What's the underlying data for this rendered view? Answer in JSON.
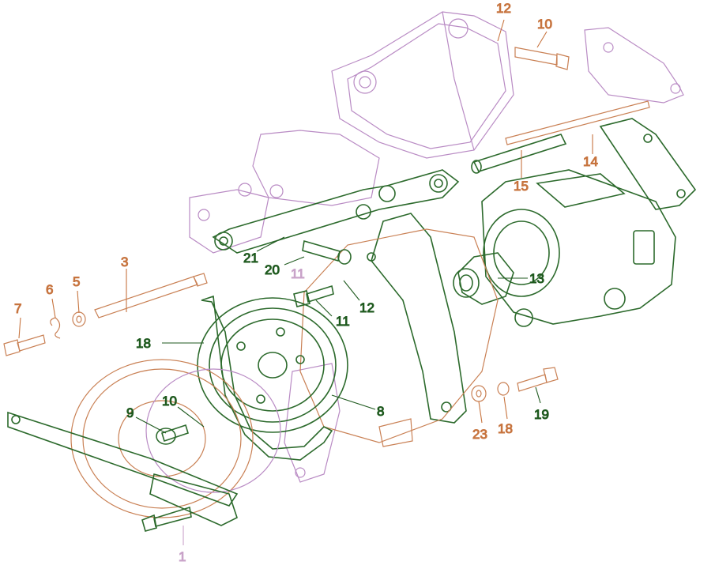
{
  "colors": {
    "orange": "#c7743f",
    "green": "#1f5a1f",
    "pink": "#c9a3c9"
  },
  "callouts": [
    {
      "id": "c12a",
      "text": "12",
      "color": "orange"
    },
    {
      "id": "c10a",
      "text": "10",
      "color": "orange"
    },
    {
      "id": "c14",
      "text": "14",
      "color": "orange"
    },
    {
      "id": "c15",
      "text": "15",
      "color": "orange"
    },
    {
      "id": "c13",
      "text": "13",
      "color": "green"
    },
    {
      "id": "c21",
      "text": "21",
      "color": "green"
    },
    {
      "id": "c20",
      "text": "20",
      "color": "green"
    },
    {
      "id": "c11a",
      "text": "11",
      "color": "pink"
    },
    {
      "id": "c12b",
      "text": "12",
      "color": "green"
    },
    {
      "id": "c11b",
      "text": "11",
      "color": "green"
    },
    {
      "id": "c3",
      "text": "3",
      "color": "orange"
    },
    {
      "id": "c6",
      "text": "6",
      "color": "orange"
    },
    {
      "id": "c5",
      "text": "5",
      "color": "orange"
    },
    {
      "id": "c7",
      "text": "7",
      "color": "orange"
    },
    {
      "id": "c18a",
      "text": "18",
      "color": "green"
    },
    {
      "id": "c10b",
      "text": "10",
      "color": "green"
    },
    {
      "id": "c9",
      "text": "9",
      "color": "green"
    },
    {
      "id": "c8",
      "text": "8",
      "color": "green"
    },
    {
      "id": "c23",
      "text": "23",
      "color": "orange"
    },
    {
      "id": "c18b",
      "text": "18",
      "color": "orange"
    },
    {
      "id": "c19",
      "text": "19",
      "color": "green"
    },
    {
      "id": "c1",
      "text": "1",
      "color": "pink"
    }
  ]
}
